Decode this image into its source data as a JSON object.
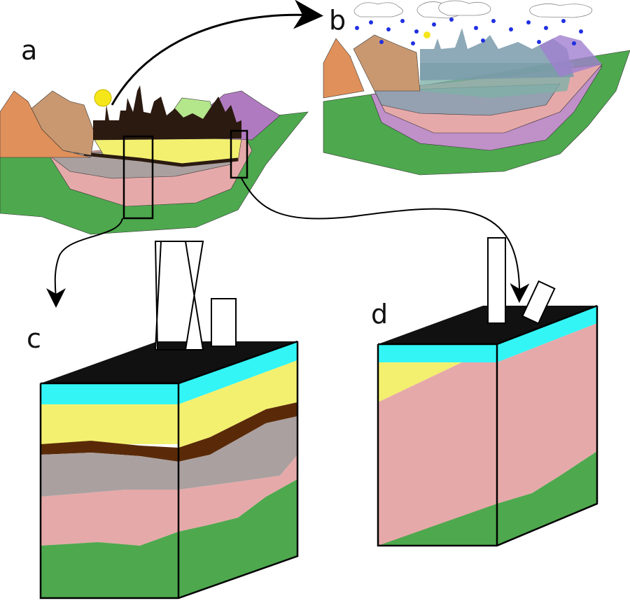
{
  "labels": {
    "a": "a",
    "b": "b",
    "c": "c",
    "d": "d"
  },
  "colors": {
    "green": "#4ea84e",
    "pink": "#e6a9a9",
    "grey": "#aaa0a0",
    "yellow": "#f3f070",
    "brown": "#5a2a08",
    "city": "#2b1a10",
    "cyan": "#33f5f5",
    "orange": "#e0905a",
    "tan": "#c99870",
    "purple": "#b07ac0",
    "top": "#111111"
  }
}
